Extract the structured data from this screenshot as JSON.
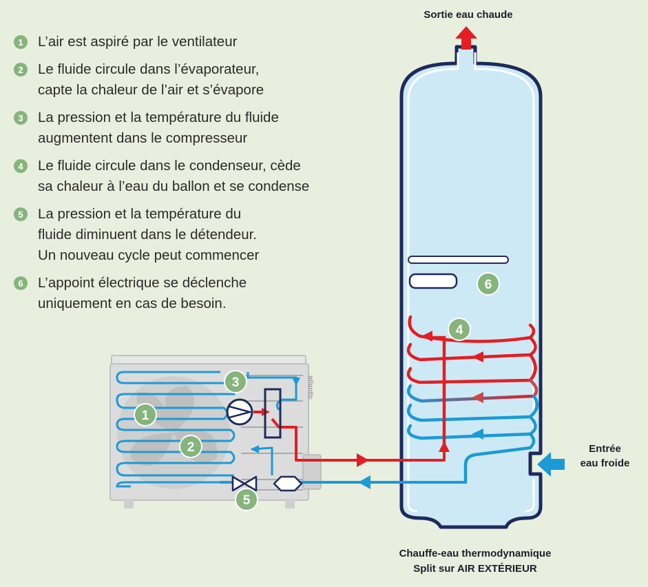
{
  "steps": [
    {
      "num": "1",
      "text": "L’air est aspiré par le ventilateur"
    },
    {
      "num": "2",
      "text": "Le fluide circule dans l’évaporateur,\ncapte la chaleur de l’air et s’évapore"
    },
    {
      "num": "3",
      "text": "La pression et la température du fluide\naugmentent dans le compresseur"
    },
    {
      "num": "4",
      "text": "Le fluide circule dans le condenseur, cède\nsa chaleur à l’eau du ballon et se condense"
    },
    {
      "num": "5",
      "text": "La pression et la température du\nfluide diminuent dans le détendeur.\nUn nouveau cycle peut commencer"
    },
    {
      "num": "6",
      "text": "L’appoint électrique se déclenche\nuniquement en cas de besoin."
    }
  ],
  "labels": {
    "hot_water_out": "Sortie eau chaude",
    "cold_water_in": "Entrée\neau froide",
    "caption_line1": "Chauffe-eau thermodynamique",
    "caption_line2": "Split sur AIR EXTÉRIEUR",
    "brand": "atlantic"
  },
  "markers": [
    "1",
    "2",
    "3",
    "4",
    "5",
    "6"
  ],
  "colors": {
    "background": "#e9efde",
    "badge": "#86b47c",
    "hot": "#e31e24",
    "cold": "#1b9ad6",
    "tank_fill": "#cde9f5",
    "outline": "#1d2a5c",
    "unit_body": "#dcdcdc"
  }
}
